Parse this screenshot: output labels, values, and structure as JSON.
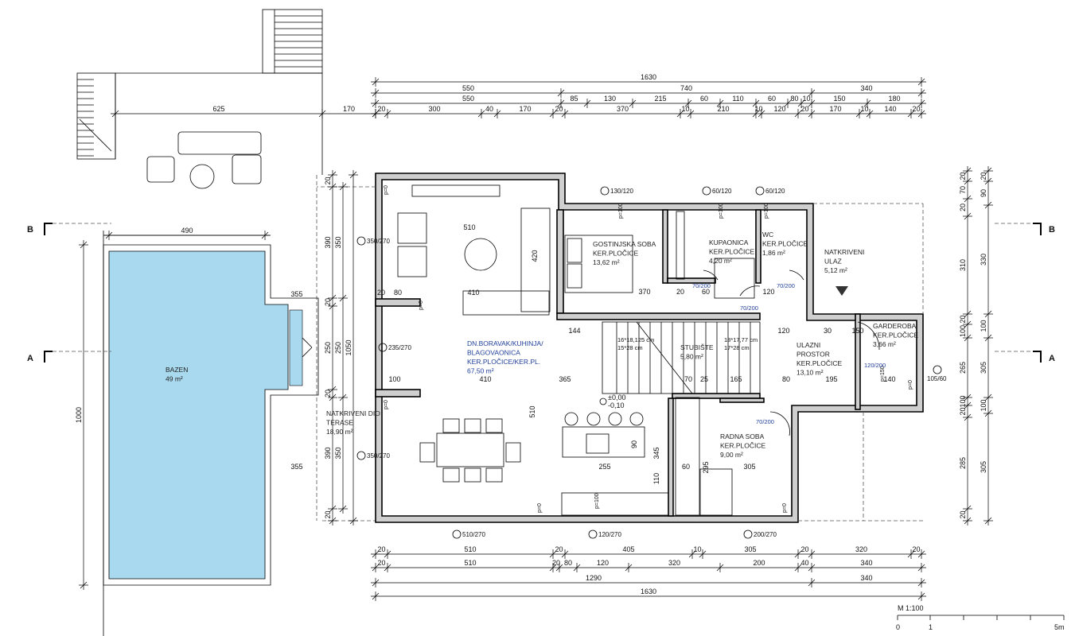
{
  "plan": {
    "scale_label": "M  1:100",
    "scale_ticks": [
      "0",
      "1",
      "5m"
    ],
    "section_a": "A",
    "section_b": "B",
    "level_marks": [
      "±0,00",
      "-0,10"
    ]
  },
  "rooms": [
    {
      "id": "living",
      "lines": [
        "DN.BORAVAK/KUHINJA/",
        "BLAGOVAONICA",
        "KER.PLOČICE/KER.PL.",
        "67,50 m²"
      ]
    },
    {
      "id": "guest",
      "lines": [
        "GOSTINJSKA SOBA",
        "KER.PLOČICE",
        "13,62 m²"
      ]
    },
    {
      "id": "bath",
      "lines": [
        "KUPAONICA",
        "KER.PLOČICE",
        "4,20 m²"
      ]
    },
    {
      "id": "wc",
      "lines": [
        "WC",
        "KER.PLOČICE",
        "1,86 m²"
      ]
    },
    {
      "id": "covered-entry",
      "lines": [
        "NATKRIVENI",
        "ULAZ",
        "5,12 m²"
      ]
    },
    {
      "id": "stairs",
      "lines": [
        "STUBIŠTE",
        "5,80 m²"
      ]
    },
    {
      "id": "entry",
      "lines": [
        "ULAZNI",
        "PROSTOR",
        "KER.PLOČICE",
        "13,10 m²"
      ]
    },
    {
      "id": "wardrobe",
      "lines": [
        "GARDEROBA",
        "KER.PLOČICE",
        "3,66 m²"
      ]
    },
    {
      "id": "study",
      "lines": [
        "RADNA SOBA",
        "KER.PLOČICE",
        "9,00 m²"
      ]
    },
    {
      "id": "terrace",
      "lines": [
        "NATKRIVENI DIO",
        "TERASE",
        "18,90 m²"
      ]
    },
    {
      "id": "pool",
      "lines": [
        "BAZEN",
        "49 m²"
      ]
    }
  ],
  "dimensions": {
    "top_total": [
      "1630"
    ],
    "top_2": [
      "550",
      "740",
      "340"
    ],
    "top_3": [
      "550",
      "85",
      "130",
      "215",
      "60",
      "110",
      "60",
      "80",
      "10",
      "150",
      "180"
    ],
    "top_4": [
      "20",
      "300",
      "40",
      "170",
      "20",
      "370",
      "10",
      "210",
      "10",
      "120",
      "20",
      "170",
      "10",
      "140",
      "20"
    ],
    "terrace_top": [
      "625",
      "170"
    ],
    "pool_width": [
      "490"
    ],
    "bottom_1": [
      "20",
      "510",
      "20",
      "405",
      "10",
      "305",
      "20",
      "320",
      "20"
    ],
    "bottom_2": [
      "20",
      "510",
      "20",
      "80",
      "120",
      "320",
      "200",
      "40",
      "340"
    ],
    "bottom_3": [
      "1290",
      "340"
    ],
    "bottom_total": [
      "1630"
    ],
    "left_pool": [
      "1000"
    ],
    "left_1": [
      "20",
      "390",
      "20",
      "250",
      "20",
      "390",
      "20"
    ],
    "left_2": [
      "350",
      "250",
      "350"
    ],
    "left_total": [
      "1050"
    ],
    "right_1": [
      "20",
      "70",
      "20",
      "310",
      "20",
      "100",
      "265",
      "100",
      "20",
      "285",
      "20"
    ],
    "right_2": [
      "20",
      "90",
      "330",
      "100",
      "305",
      "100",
      "305"
    ],
    "stairs": [
      "16*18,125 cm",
      "15*28 cm",
      "18*17,77 cm",
      "17*28 cm"
    ],
    "inner": [
      "510",
      "420",
      "410",
      "80",
      "20",
      "100",
      "410",
      "355",
      "355",
      "144",
      "120",
      "30",
      "150",
      "365",
      "70",
      "25",
      "165",
      "195",
      "140",
      "255",
      "90",
      "60",
      "305",
      "370",
      "510",
      "345",
      "110",
      "295",
      "120",
      "60",
      "20",
      "80"
    ],
    "windows": [
      "350/270",
      "235/270",
      "350/270",
      "510/270",
      "120/270",
      "200/270",
      "130/120",
      "60/120",
      "60/120",
      "105/60"
    ],
    "doors": [
      "70/200",
      "70/200",
      "70/200",
      "120/200",
      "70/200"
    ],
    "floor_marks": [
      "p=0",
      "p=0",
      "p=100",
      "p=100",
      "p=100",
      "p=0",
      "p=0",
      "p=100",
      "p=0",
      "p=150",
      "p=0"
    ]
  },
  "colors": {
    "pool": "#a9d9ef",
    "wall": "#cfcfcf",
    "room_blue": "#1f3f9a",
    "area_orange": "#b45f06"
  }
}
